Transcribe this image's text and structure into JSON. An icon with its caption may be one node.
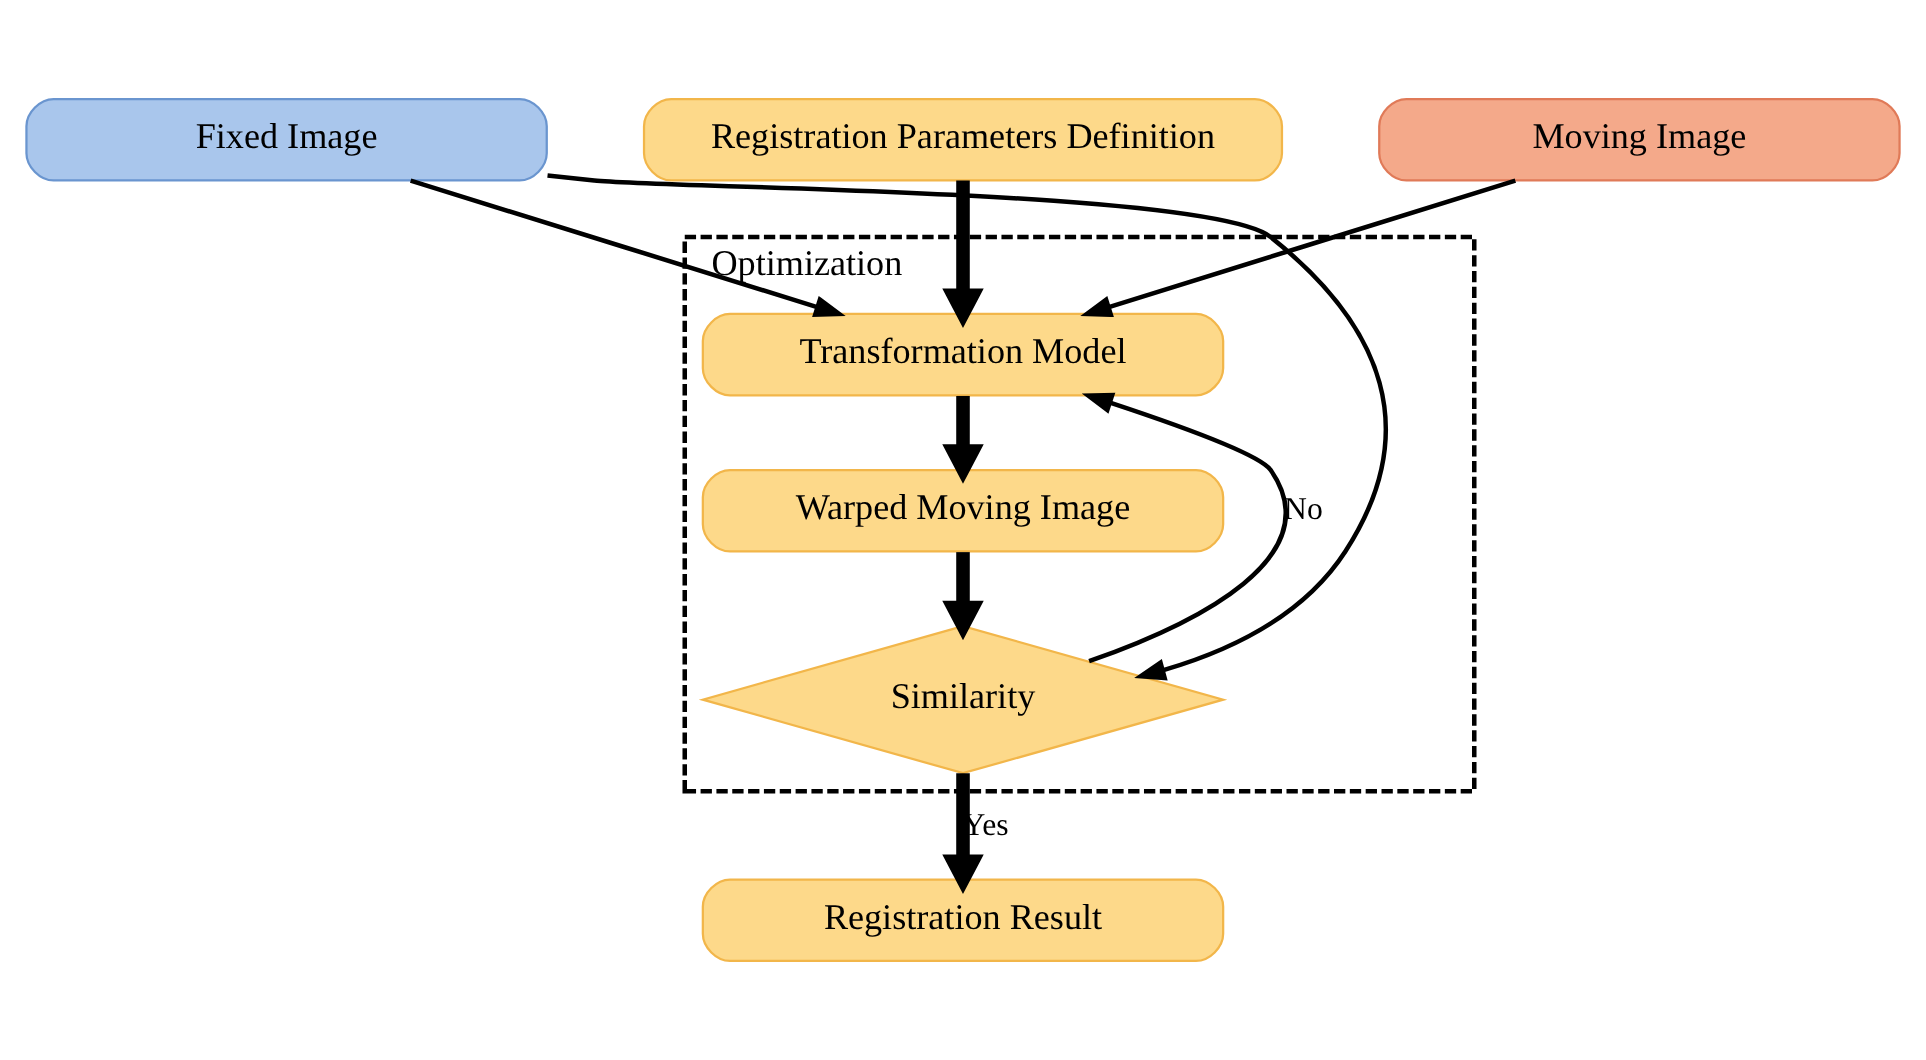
{
  "diagram": {
    "nodes": [
      {
        "text": [
          "Optimization"
        ]
      },
      {
        "text": [
          "Registration Parameters Definition"
        ]
      },
      {
        "text": [
          "Transformation Model"
        ],
        "in": 0
      },
      {
        "text": [
          "Warped Moving Image"
        ],
        "in": 0
      },
      {
        "text": [
          "Similarity"
        ],
        "in": 0
      },
      {
        "text": [
          "Registration Result"
        ]
      },
      {
        "text": [
          "Moving Image"
        ]
      },
      {
        "text": [
          "Fixed Image"
        ]
      }
    ],
    "edges": [
      {
        "from": 1,
        "to": 2,
        "arrow": "to",
        "style": "thick"
      },
      {
        "from": 2,
        "to": 3,
        "arrow": "to",
        "style": "thick"
      },
      {
        "from": 3,
        "to": 4,
        "arrow": "to",
        "style": "thick"
      },
      {
        "from": 4,
        "to": 5,
        "arrow": "to",
        "style": "thick",
        "label": "Yes"
      },
      {
        "from": 4,
        "to": 2,
        "arrow": "to",
        "label": "No"
      },
      {
        "from": 6,
        "to": 2,
        "arrow": "to"
      },
      {
        "from": 7,
        "to": 2,
        "arrow": "to"
      },
      {
        "from": 7,
        "to": 4,
        "arrow": "to"
      }
    ]
  }
}
